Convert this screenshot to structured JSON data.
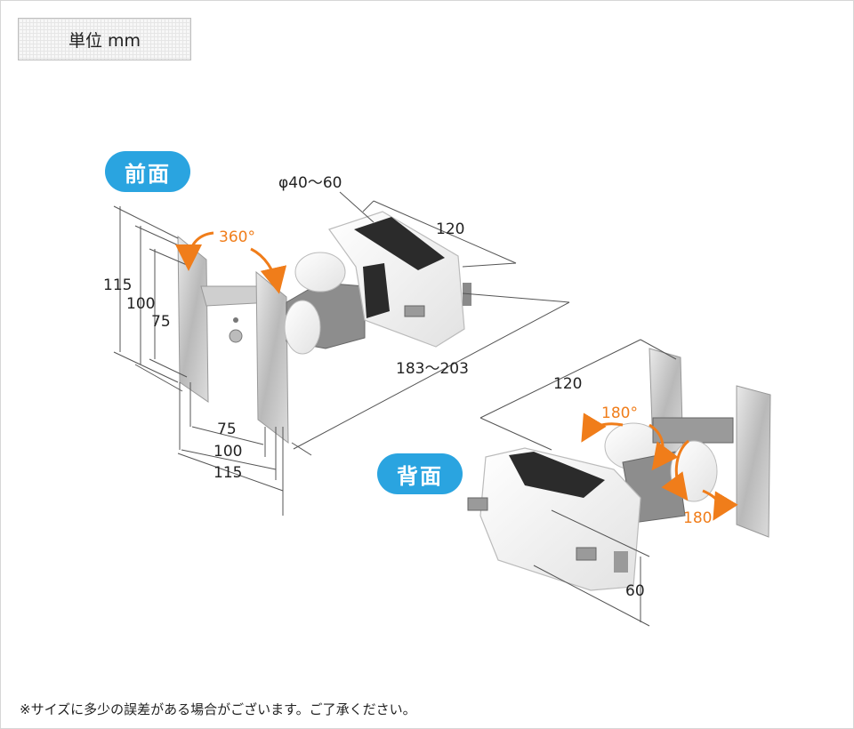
{
  "unit_label": "単位 mm",
  "front": {
    "badge": "前面",
    "dimensions": {
      "pipe_diameter": "φ40～60",
      "depth": "120",
      "length": "183～203",
      "height_115": "115",
      "height_100": "100",
      "height_75": "75",
      "width_75": "75",
      "width_100": "100",
      "width_115": "115"
    },
    "rotation": "360°"
  },
  "back": {
    "badge": "背面",
    "dimensions": {
      "depth": "120",
      "clamp_height": "60"
    },
    "rotation_top": "180°",
    "rotation_side": "180°"
  },
  "footnote": "※サイズに多少の誤差がある場合がございます。ご了承ください。",
  "colors": {
    "badge": "#2aa4e0",
    "arrow": "#f07d1a",
    "mount_white": "#ffffff",
    "metal": "#c9c9c9",
    "dark_band": "#2b2b2b"
  }
}
